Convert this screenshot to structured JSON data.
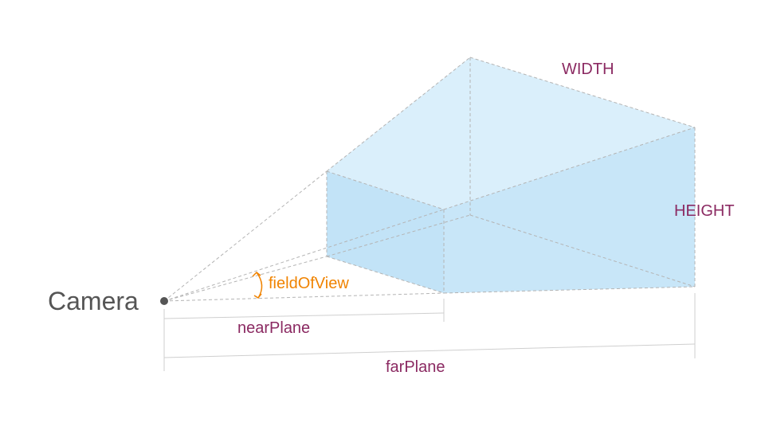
{
  "labels": {
    "camera": "Camera",
    "field_of_view": "fieldOfView",
    "near_plane": "nearPlane",
    "far_plane": "farPlane",
    "width": "WIDTH",
    "height": "HEIGHT"
  },
  "colors": {
    "dimension_label": "#8b2a62",
    "fov_label": "#f08300",
    "camera_label": "#555555",
    "frustum_top": "#d8eefb",
    "frustum_side": "#c2e3f7",
    "frustum_front": "#c8e6f8"
  }
}
